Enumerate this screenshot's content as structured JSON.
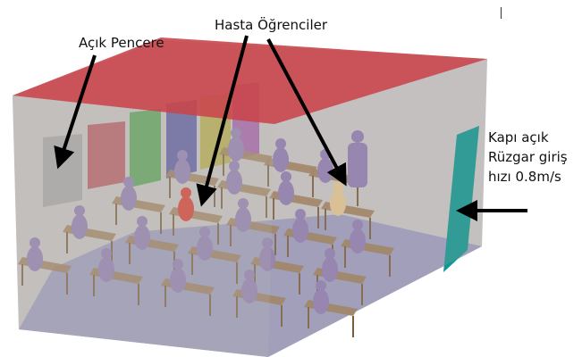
{
  "labels": {
    "open_window": "Açık Pencere",
    "sick_students": "Hasta Öğrenciler",
    "door_line1": "Kapı açık",
    "door_line2": "Rüzgar giriş",
    "door_line3": "hızı 0.8m/s"
  },
  "colors": {
    "roof": "#c94a4f",
    "walls": "#bdb9b8",
    "floor": "#8e8cb8",
    "door": "#12958f",
    "desk": "#9c7c55",
    "student": "#8f7bb0",
    "sick_student_1": "#d8392b",
    "sick_student_2": "#e2c48f",
    "windows": [
      "#a7a6a6",
      "#b85d62",
      "#5aa457",
      "#5b5a9e",
      "#b7ac4b",
      "#a35ca8"
    ]
  }
}
